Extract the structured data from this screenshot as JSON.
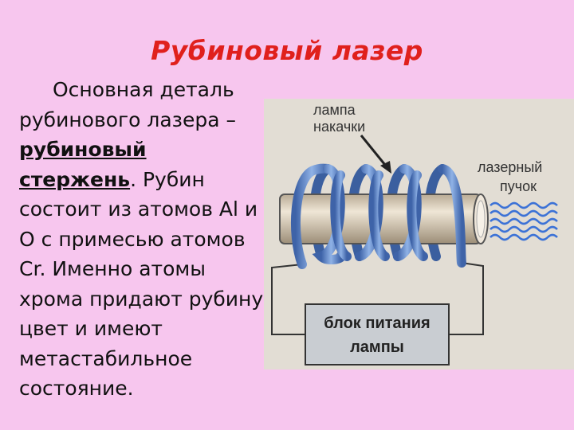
{
  "slide": {
    "title": "Рубиновый лазер",
    "paragraph": {
      "part1": "Основная деталь рубинового лазера – ",
      "emph": "рубиновый стержень",
      "part2": ". Рубин состоит из атомов Al и O с примесью атомов Cr. Именно атомы хрома придают рубину цвет и имеют метастабильное состояние."
    }
  },
  "figure": {
    "label_lamp_line1": "лампа",
    "label_lamp_line2": "накачки",
    "label_beam_line1": "лазерный",
    "label_beam_line2": "пучок",
    "label_power_line1": "блок питания",
    "label_power_line2": "лампы"
  },
  "colors": {
    "background": "#f7c6ee",
    "title": "#e0201c",
    "coil": "#5b86c9",
    "beam": "#3c72d6"
  }
}
